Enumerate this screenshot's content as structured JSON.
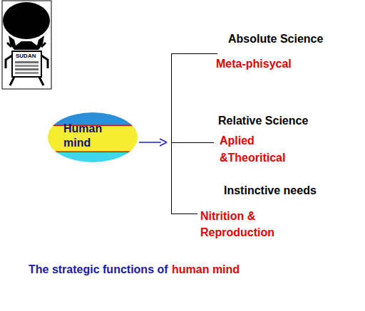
{
  "diagram": {
    "nodes": [
      {
        "text": [
          "Human mind"
        ]
      }
    ],
    "labels": [
      "SUDAN",
      "Absolute Science",
      "Meta-phisycal",
      "Relative Science",
      "Aplied &Theoritical",
      "Instinctive needs",
      "Nitrition & Reproduction",
      "The strategic functions of",
      "human mind"
    ]
  }
}
